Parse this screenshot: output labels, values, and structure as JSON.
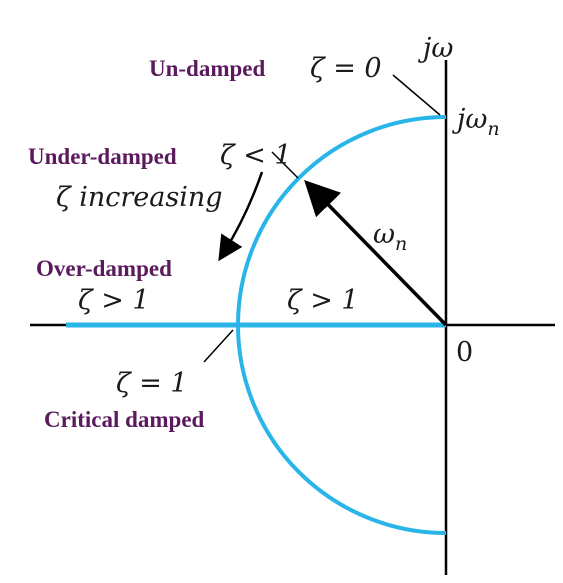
{
  "colors": {
    "locus": "#29b5e8",
    "axis": "#000000",
    "label": "#5b1a5e",
    "text": "#1a1a1a"
  },
  "labels": {
    "undamped_title": "Un-damped",
    "undamped_cond": "ζ = 0",
    "underdamped_title": "Under-damped",
    "underdamped_cond": "ζ < 1",
    "increasing": "ζ increasing",
    "overdamped_title": "Over-damped",
    "overdamped_left": "ζ > 1",
    "overdamped_right": "ζ > 1",
    "critical_cond": "ζ = 1",
    "critical_title": "Critical damped",
    "imag_axis": "jω",
    "jwn_j": "jω",
    "jwn_sub": "n",
    "wn_main": "ω",
    "wn_sub": "n",
    "origin": "0"
  }
}
